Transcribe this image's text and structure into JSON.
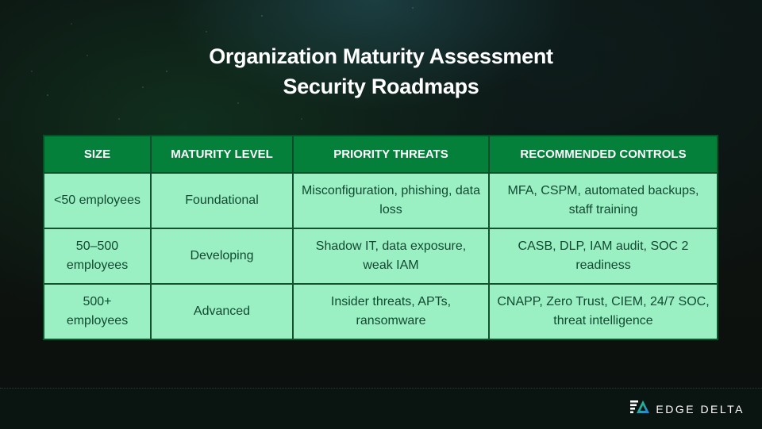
{
  "title": {
    "line1": "Organization Maturity Assessment",
    "line2": "Security Roadmaps"
  },
  "table": {
    "headers": [
      "SIZE",
      "MATURITY LEVEL",
      "PRIORITY THREATS",
      "RECOMMENDED CONTROLS"
    ],
    "rows": [
      {
        "size": "<50 employees",
        "maturity": "Foundational",
        "threats": "Misconfiguration, phishing, data loss",
        "controls": "MFA, CSPM, automated backups, staff training"
      },
      {
        "size": "50–500 employees",
        "maturity": "Developing",
        "threats": "Shadow IT, data exposure, weak IAM",
        "controls": "CASB, DLP, IAM audit, SOC 2 readiness"
      },
      {
        "size": "500+ employees",
        "maturity": "Advanced",
        "threats": "Insider threats, APTs, ransomware",
        "controls": "CNAPP, Zero Trust, CIEM, 24/7 SOC, threat intelligence"
      }
    ]
  },
  "footer": {
    "brand": "EDGE DELTA",
    "logo_icon": "edge-delta-logo-icon"
  },
  "colors": {
    "header_bg": "#04803b",
    "cell_bg": "#9af0c3",
    "cell_text": "#114a31",
    "border": "#0f4a2a",
    "background": "#0d1311"
  }
}
